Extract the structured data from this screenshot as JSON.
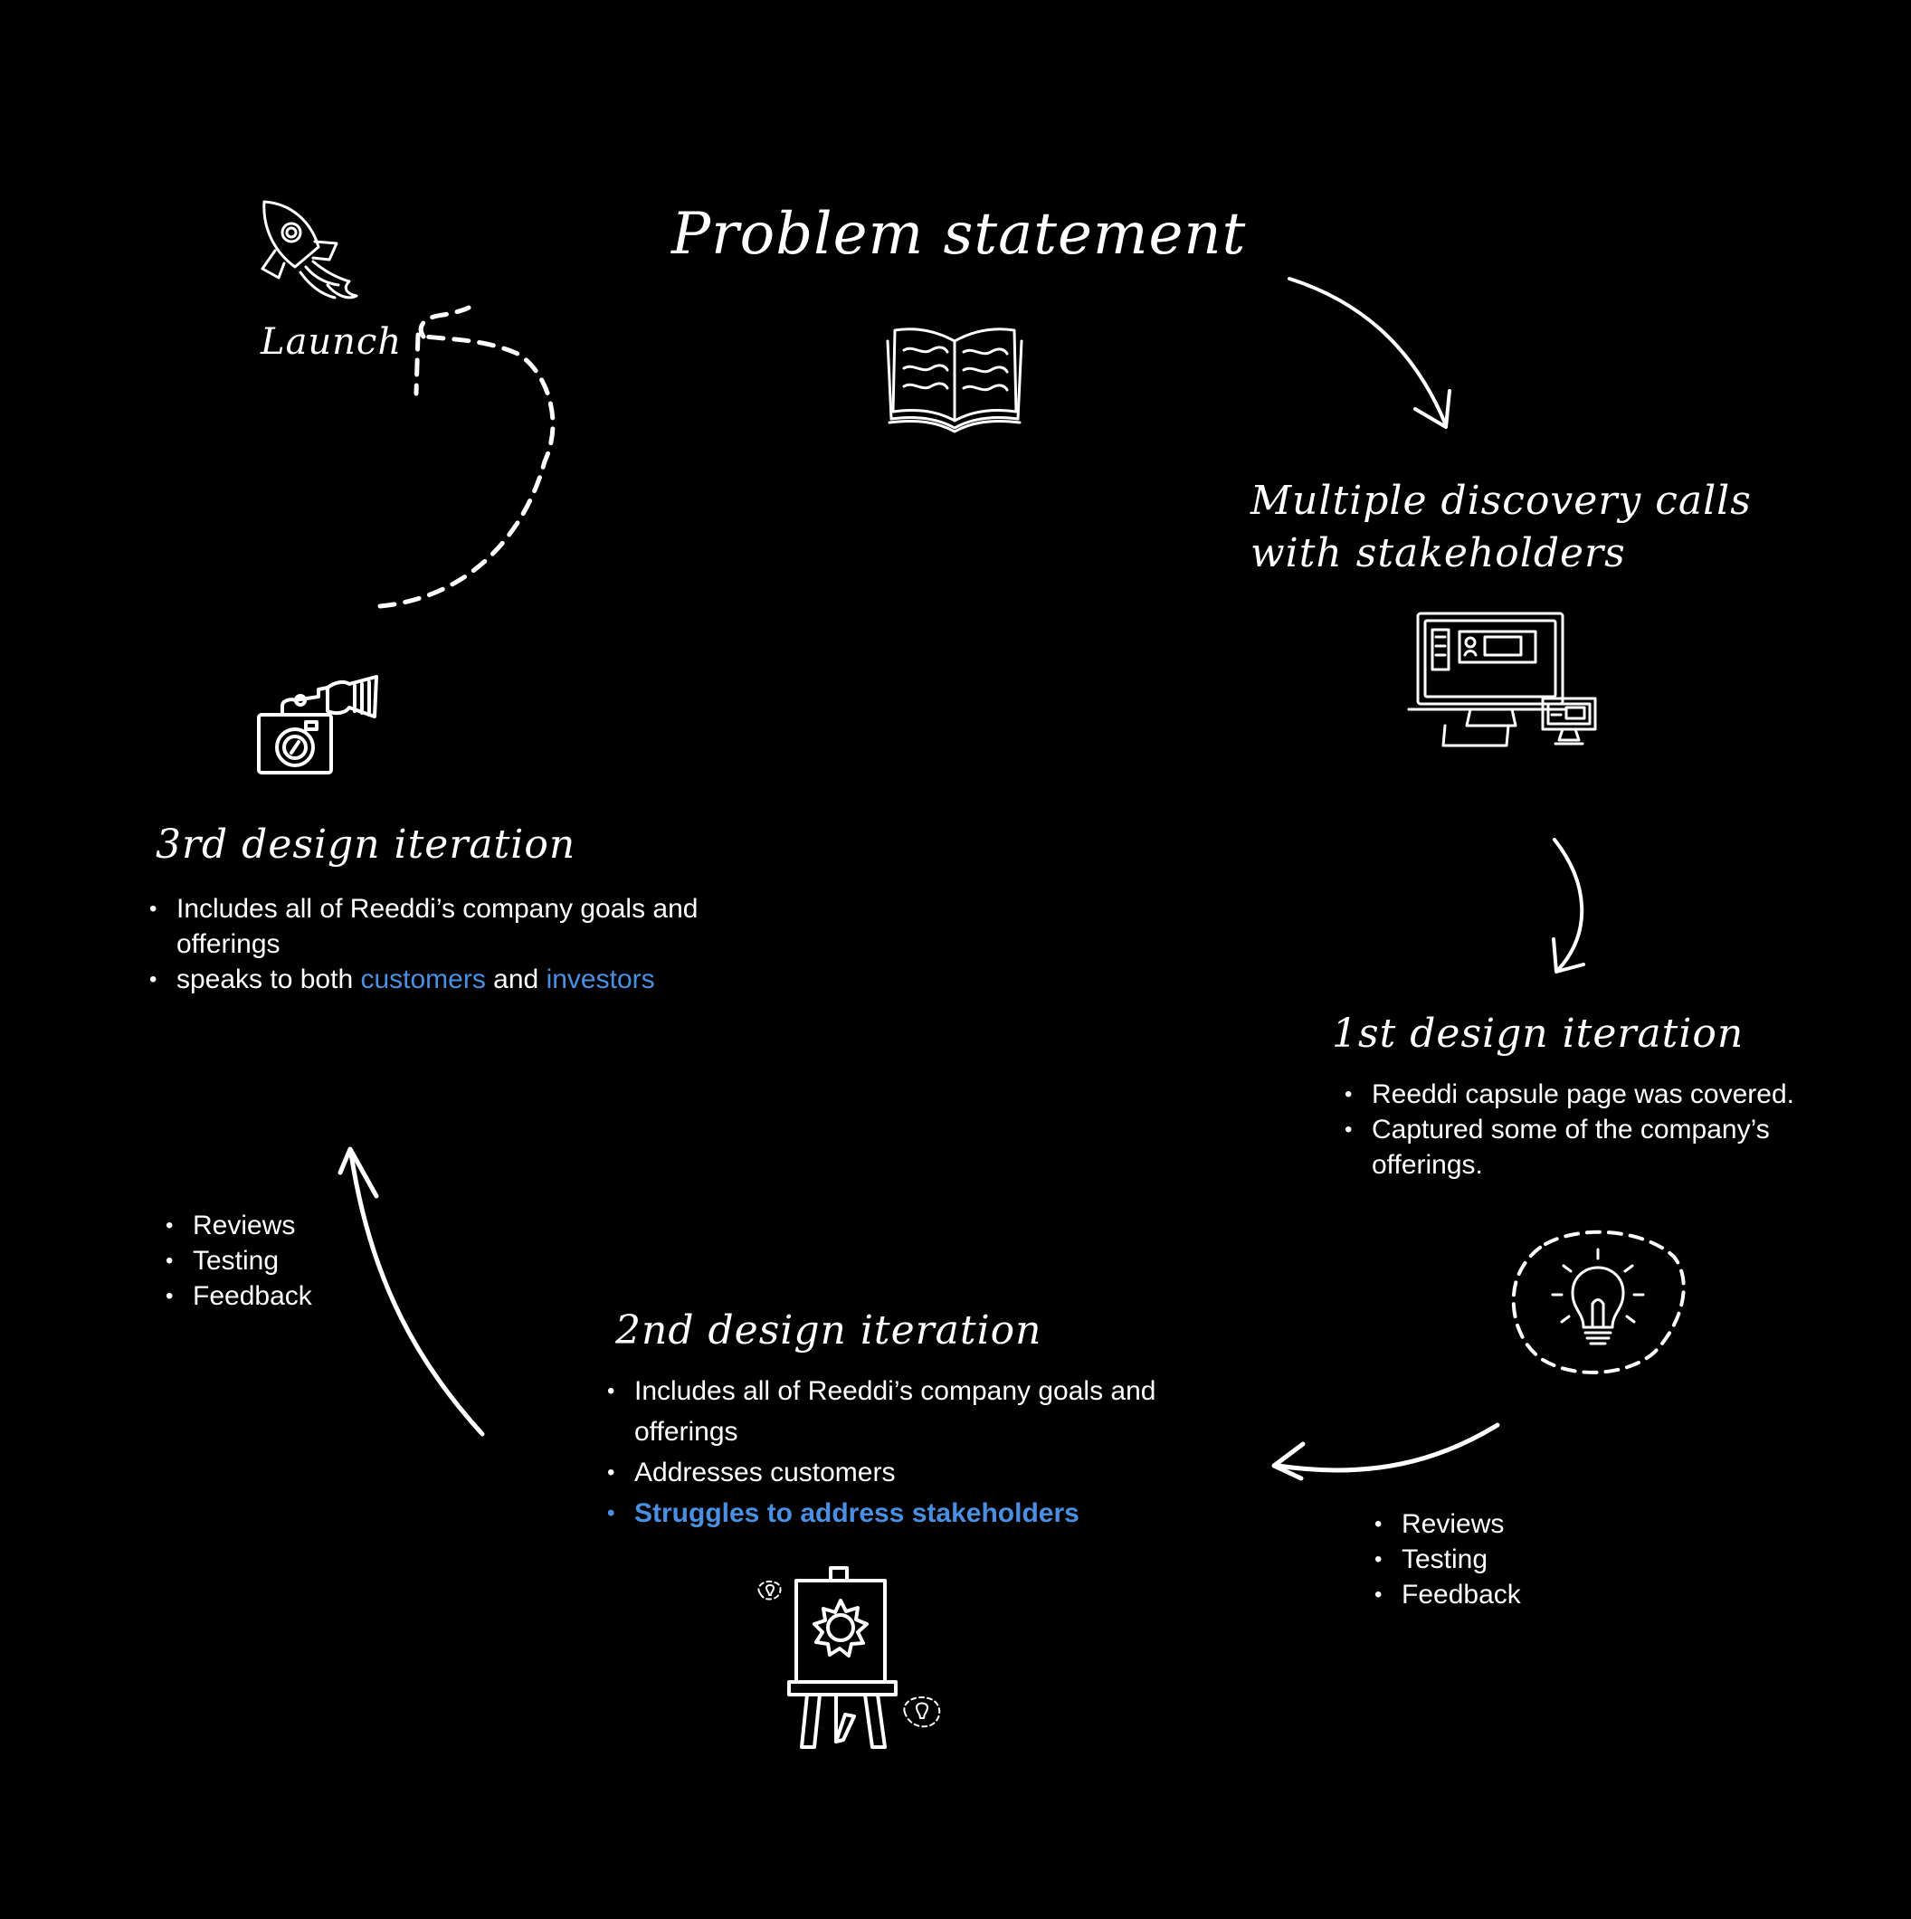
{
  "title": "Problem statement",
  "launch": {
    "label": "Launch"
  },
  "discovery": {
    "line1": "Multiple discovery calls",
    "line2": "with stakeholders"
  },
  "iteration1": {
    "title": "1st design iteration",
    "bullets": [
      "Reeddi capsule page was covered.",
      "Captured some of the company’s offerings."
    ],
    "feedback": [
      "Reviews",
      "Testing",
      "Feedback"
    ]
  },
  "iteration2": {
    "title": "2nd design iteration",
    "bullet1": "Includes all of Reeddi’s company goals and offerings",
    "bullet2": "Addresses customers",
    "bullet3": "Struggles to address stakeholders"
  },
  "iteration3": {
    "title": "3rd design iteration",
    "bullet1": "Includes all of Reeddi’s company goals and offerings",
    "bullet2_prefix": "speaks to both ",
    "bullet2_customers": "customers",
    "bullet2_mid": " and ",
    "bullet2_investors": "investors",
    "feedback": [
      "Reviews",
      "Testing",
      "Feedback"
    ]
  },
  "colors": {
    "background": "#000000",
    "text": "#ffffff",
    "accent": "#4a90e2"
  },
  "icons": {
    "problem": "open-book-icon",
    "discovery": "computer-monitor-icon",
    "iteration1": "lightbulb-icon",
    "iteration2": "easel-icon",
    "iteration3": "camera-icon",
    "launch": "rocket-icon"
  }
}
